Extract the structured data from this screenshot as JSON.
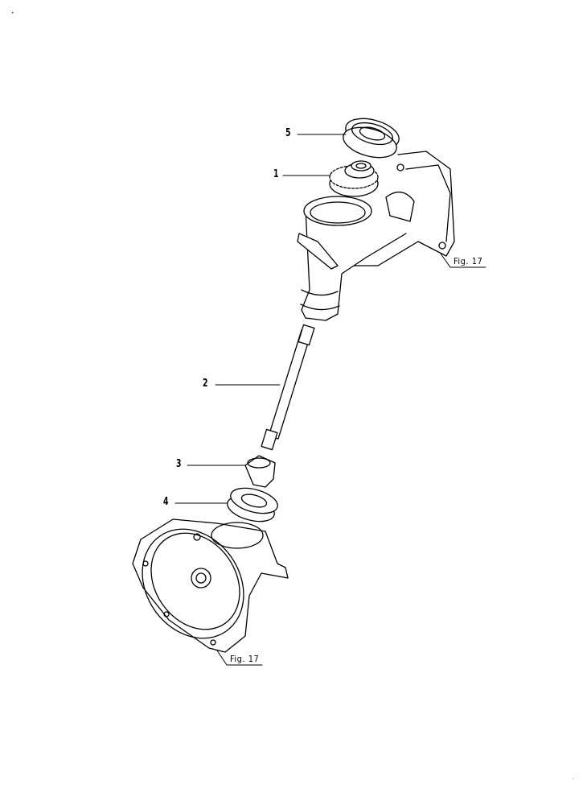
{
  "diagram": {
    "type": "exploded-parts-view",
    "callouts": [
      {
        "id": "5",
        "label": "5",
        "part": "bearing (upper)"
      },
      {
        "id": "1",
        "label": "1",
        "part": "bevel gear"
      },
      {
        "id": "2",
        "label": "2",
        "part": "drive shaft"
      },
      {
        "id": "3",
        "label": "3",
        "part": "pinion gear"
      },
      {
        "id": "4",
        "label": "4",
        "part": "bearing (lower)"
      }
    ],
    "references": [
      {
        "label": "Fig. 17",
        "target": "upper housing"
      },
      {
        "label": "Fig. 17",
        "target": "lower gear case"
      }
    ]
  }
}
